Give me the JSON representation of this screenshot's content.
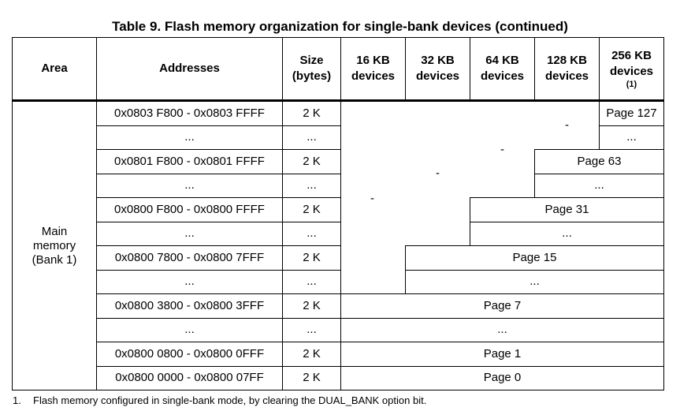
{
  "table": {
    "title": "Table 9. Flash memory organization for single-bank devices (continued)",
    "headers": {
      "area": "Area",
      "addresses": "Addresses",
      "size_line1": "Size",
      "size_line2": "(bytes)",
      "kb16_line1": "16 KB",
      "kb16_line2": "devices",
      "kb32_line1": "32 KB",
      "kb32_line2": "devices",
      "kb64_line1": "64 KB",
      "kb64_line2": "devices",
      "kb128_line1": "128 KB",
      "kb128_line2": "devices",
      "kb256_line1": "256 KB",
      "kb256_line2": "devices",
      "kb256_note": "(1)"
    },
    "area_label": {
      "line1": "Main",
      "line2": "memory",
      "line3": "(Bank 1)"
    },
    "rows": [
      {
        "address": "0x0803 F800 - 0x0803 FFFF",
        "size": "2 K",
        "page": "Page 127"
      },
      {
        "address": "...",
        "size": "...",
        "page": "..."
      },
      {
        "address": "0x0801 F800 - 0x0801 FFFF",
        "size": "2 K",
        "page": "Page 63"
      },
      {
        "address": "...",
        "size": "...",
        "page": "..."
      },
      {
        "address": "0x0800 F800 - 0x0800 FFFF",
        "size": "2 K",
        "page": "Page 31"
      },
      {
        "address": "...",
        "size": "...",
        "page": "..."
      },
      {
        "address": "0x0800 7800 - 0x0800 7FFF",
        "size": "2 K",
        "page": "Page 15"
      },
      {
        "address": "...",
        "size": "...",
        "page": "..."
      },
      {
        "address": "0x0800 3800 - 0x0800 3FFF",
        "size": "2 K",
        "page": "Page 7"
      },
      {
        "address": "...",
        "size": "...",
        "page": "..."
      },
      {
        "address": "0x0800 0800 - 0x0800 0FFF",
        "size": "2 K",
        "page": "Page 1"
      },
      {
        "address": "0x0800 0000 - 0x0800 07FF",
        "size": "2 K",
        "page": "Page 0"
      }
    ],
    "not_available": "-"
  },
  "footnote": {
    "number": "1.",
    "text": "Flash memory configured in single-bank mode, by clearing the DUAL_BANK option bit."
  }
}
